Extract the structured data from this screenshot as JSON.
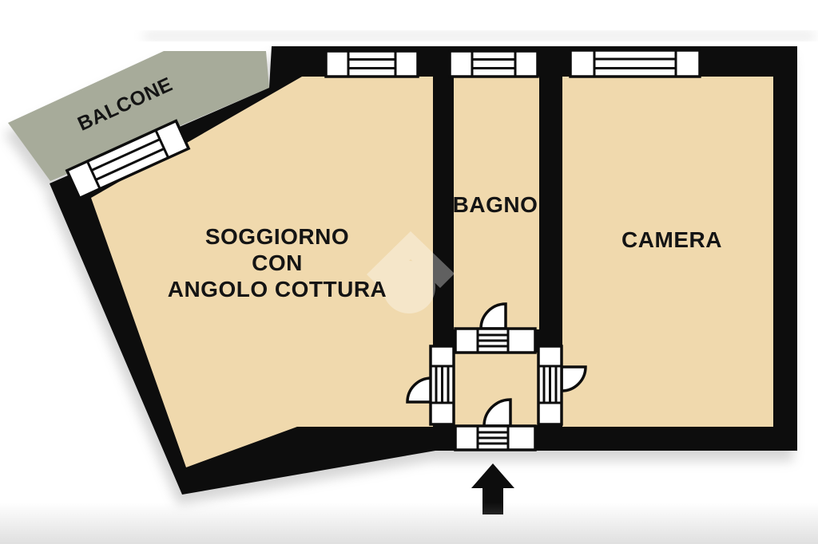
{
  "page": {
    "background_color": "#ffffff"
  },
  "plan": {
    "colors": {
      "wall": "#0d0d0d",
      "floor": "#f0d9ad",
      "balcony": "#a7ab9a",
      "label": "#141414",
      "watermark": "#ffffff",
      "shadow": "#9a9a9a"
    },
    "rooms": {
      "balcone": {
        "label": "BALCONE"
      },
      "soggiorno": {
        "label_lines": [
          "SOGGIORNO",
          "CON",
          "ANGOLO COTTURA"
        ]
      },
      "bagno": {
        "label": "BAGNO"
      },
      "camera": {
        "label": "CAMERA"
      }
    },
    "symbols": {
      "windows": [
        "balcony-window",
        "soggiorno-window",
        "bagno-window",
        "camera-window"
      ],
      "doors": [
        "bagno-door",
        "soggiorno-door",
        "camera-door",
        "entrance-door"
      ],
      "entrance_arrow": "entrance-arrow",
      "watermark": "house-watermark"
    }
  }
}
